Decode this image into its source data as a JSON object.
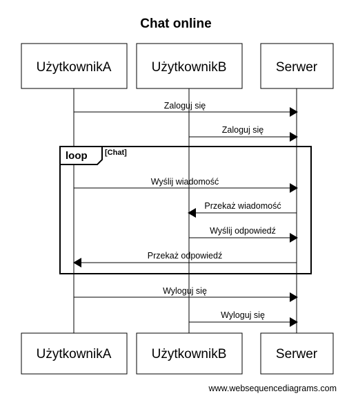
{
  "title": "Chat online",
  "participants": [
    {
      "id": "A",
      "label": "UżytkownikA"
    },
    {
      "id": "B",
      "label": "UżytkownikB"
    },
    {
      "id": "S",
      "label": "Serwer"
    }
  ],
  "messages": [
    {
      "from": "A",
      "to": "S",
      "label": "Zaloguj się"
    },
    {
      "from": "B",
      "to": "S",
      "label": "Zaloguj się"
    },
    {
      "from": "A",
      "to": "S",
      "label": "Wyślij wiadomość"
    },
    {
      "from": "S",
      "to": "B",
      "label": "Przekaż wiadomość"
    },
    {
      "from": "B",
      "to": "S",
      "label": "Wyślij odpowiedź"
    },
    {
      "from": "S",
      "to": "A",
      "label": "Przekaż odpowiedź"
    },
    {
      "from": "A",
      "to": "S",
      "label": "Wyloguj się"
    },
    {
      "from": "B",
      "to": "S",
      "label": "Wyloguj się"
    }
  ],
  "loop": {
    "keyword": "loop",
    "condition": "[Chat]"
  },
  "footer": "www.websequencediagrams.com"
}
